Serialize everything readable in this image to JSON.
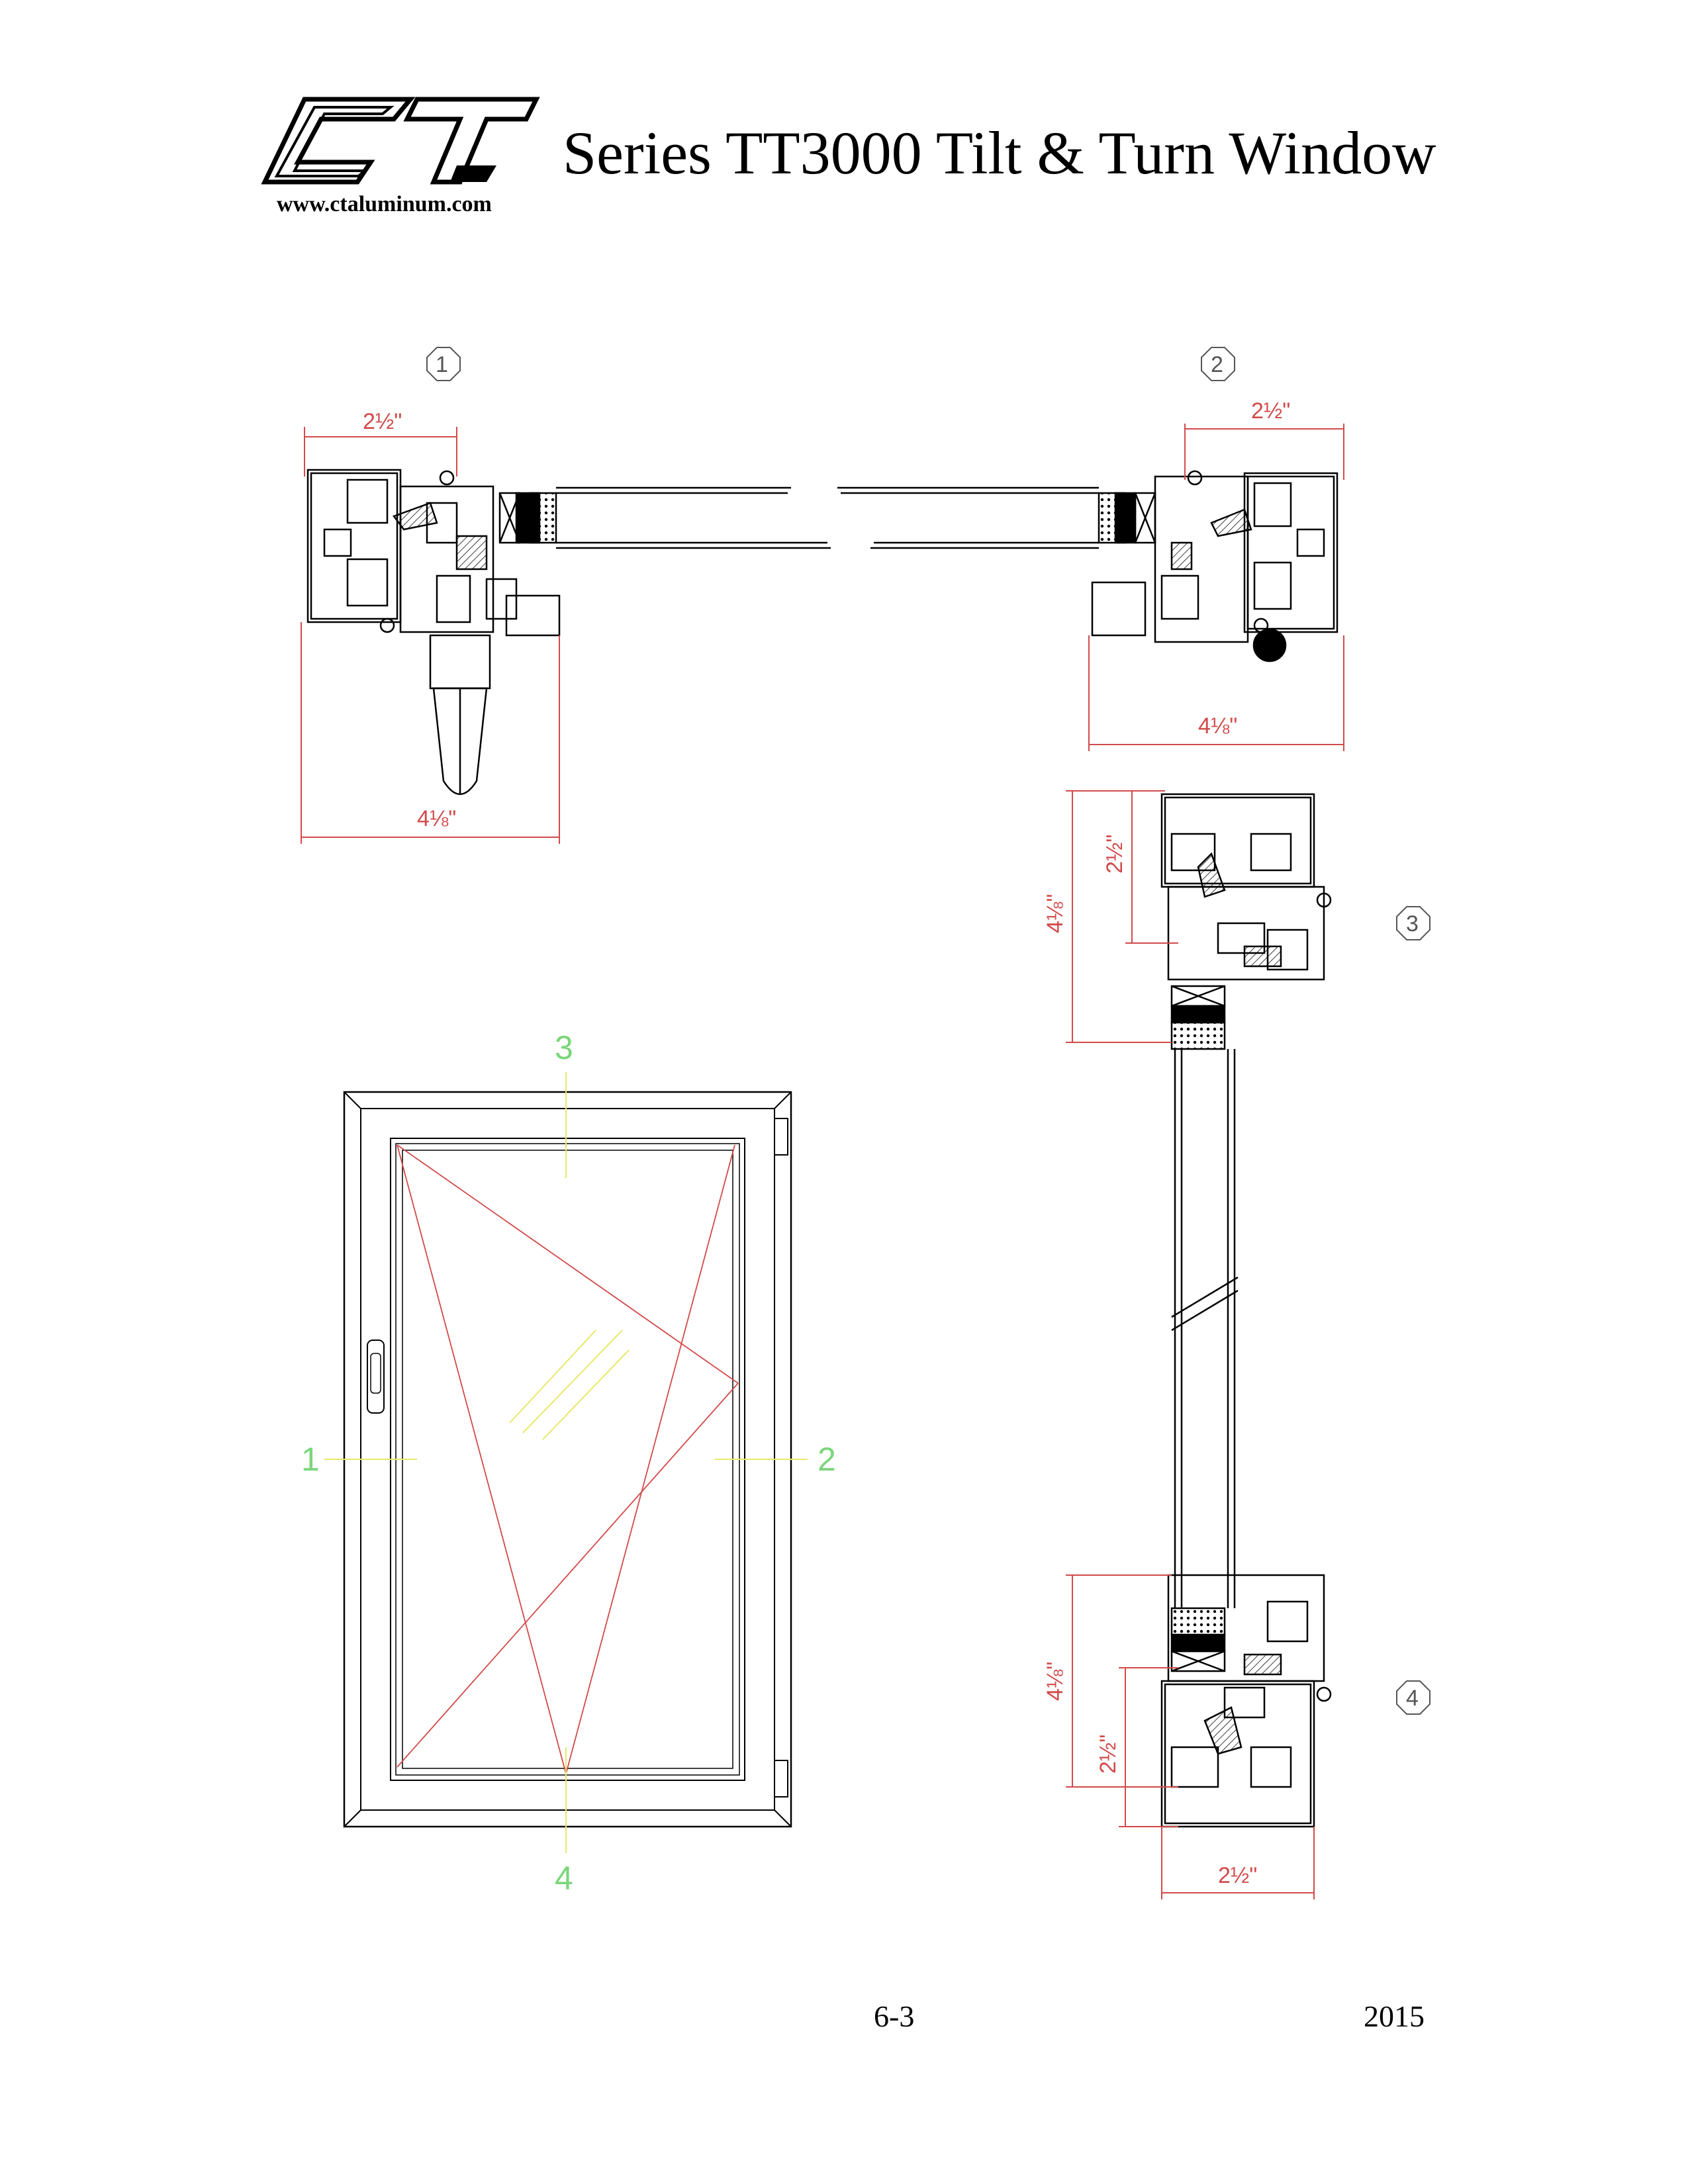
{
  "header": {
    "title": "Series TT3000 Tilt & Turn Window",
    "website": "www.ctaluminum.com",
    "logo_text": "CT"
  },
  "callouts": [
    "1",
    "2",
    "3",
    "4"
  ],
  "dimensions": {
    "d1_top": "2½\"",
    "d1_bottom": "4⅛\"",
    "d2_top": "2½\"",
    "d2_bottom": "4⅛\"",
    "d3_outer": "4⅛\"",
    "d3_inner": "2½\"",
    "d4_outer": "4⅛\"",
    "d4_inner": "2½\"",
    "d4_bottom": "2½\""
  },
  "section_marks": {
    "top": "3",
    "bottom": "4",
    "left": "1",
    "right": "2"
  },
  "footer": {
    "page": "6-3",
    "year": "2015"
  },
  "colors": {
    "line": "#000000",
    "dimension": "#d24a4a",
    "section_mark": "#7ad67a",
    "hatch_yellow": "#e8e86a",
    "swing_red": "#d24a4a"
  }
}
